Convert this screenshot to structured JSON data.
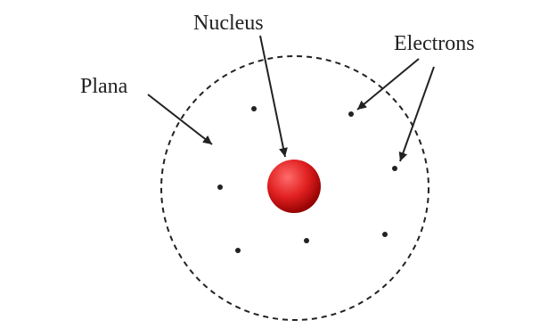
{
  "diagram": {
    "labels": {
      "nucleus": "Nucleus",
      "electrons": "Electrons",
      "plana": "Plana"
    },
    "electron_count": 7,
    "colors": {
      "nucleus_highlight": "#ff6b6b",
      "nucleus_mid": "#e01f1f",
      "nucleus_edge": "#8e0000",
      "ink": "#222222",
      "background": "#ffffff"
    }
  }
}
